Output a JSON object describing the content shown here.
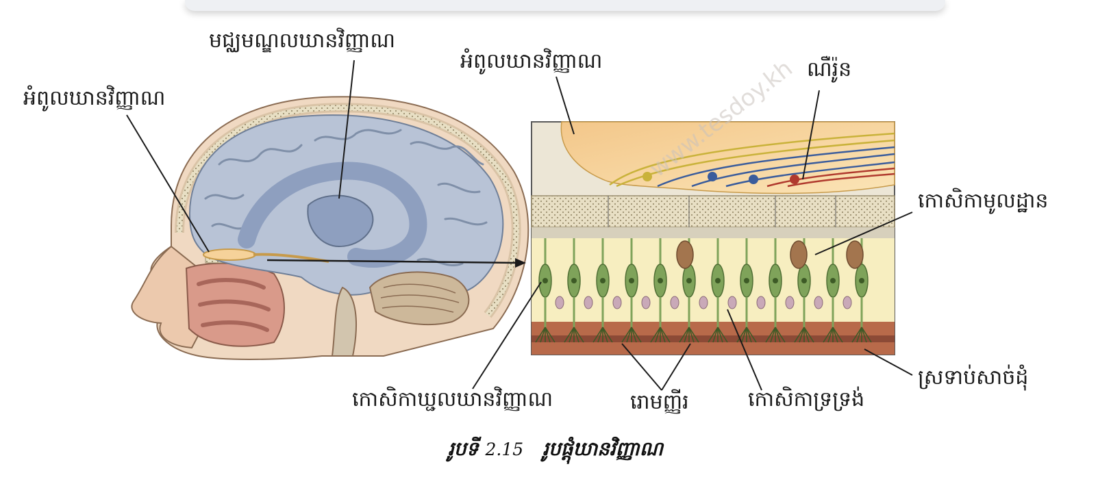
{
  "labels": {
    "midbrain_olfactory": "មជ្ឈមណ្ឌលឃានវិញ្ញាណ",
    "olfactory_bulb_left": "អំពូលឃានវិញ្ញាណ",
    "olfactory_bulb_right": "អំពូលឃានវិញ្ញាណ",
    "neuron": "ណឺរ៉ូន",
    "basal_cell": "កោសិកាមូលដ្ឋាន",
    "olfactory_receptor_cell": "កោសិកាឃ្ជលឃានវិញ្ញាណ",
    "cilia": "រោមញ្ញីរ",
    "supporting_cell": "កោសិកាទ្រទ្រង់",
    "mucus_layer": "ស្រទាប់សាច់ដុំ"
  },
  "caption": {
    "prefix": "រូបទី",
    "number": "2.15",
    "title": "រូបផ្ដុំឃានវិញ្ញាណ"
  },
  "watermark": "www.tesdoy.kh",
  "colors": {
    "brain": "#b8c3d6",
    "brain_sulci": "#7f8fa8",
    "limbic": "#8e9fbf",
    "skin": "#f0d9c2",
    "bone": "#d9c3a6",
    "bulb": "#f6d29a",
    "epithelium": "#f7eec0",
    "receptor_cell": "#7fa35a",
    "mucus": "#b86a4a",
    "neuron_red": "#b03a2e",
    "neuron_blue": "#3a5c9c",
    "neuron_yellow": "#c9b23a"
  }
}
